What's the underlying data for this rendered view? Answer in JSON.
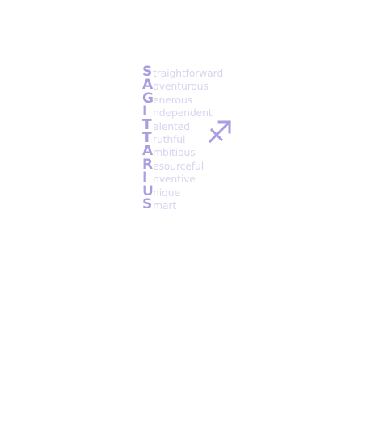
{
  "colors": {
    "accent": "#a99ee0",
    "muted": "#d8d5ee"
  },
  "symbol_icon": "sagittarius-symbol-icon",
  "acrostic": [
    {
      "initial": "S",
      "rest": "traightforward"
    },
    {
      "initial": "A",
      "rest": "dventurous"
    },
    {
      "initial": "G",
      "rest": "enerous"
    },
    {
      "initial": "I",
      "rest": "ndependent"
    },
    {
      "initial": "T",
      "rest": "alented"
    },
    {
      "initial": "T",
      "rest": "ruthful"
    },
    {
      "initial": "A",
      "rest": "mbitious"
    },
    {
      "initial": "R",
      "rest": "esourceful"
    },
    {
      "initial": "I",
      "rest": "nventive"
    },
    {
      "initial": "U",
      "rest": "nique"
    },
    {
      "initial": "S",
      "rest": "mart"
    }
  ]
}
